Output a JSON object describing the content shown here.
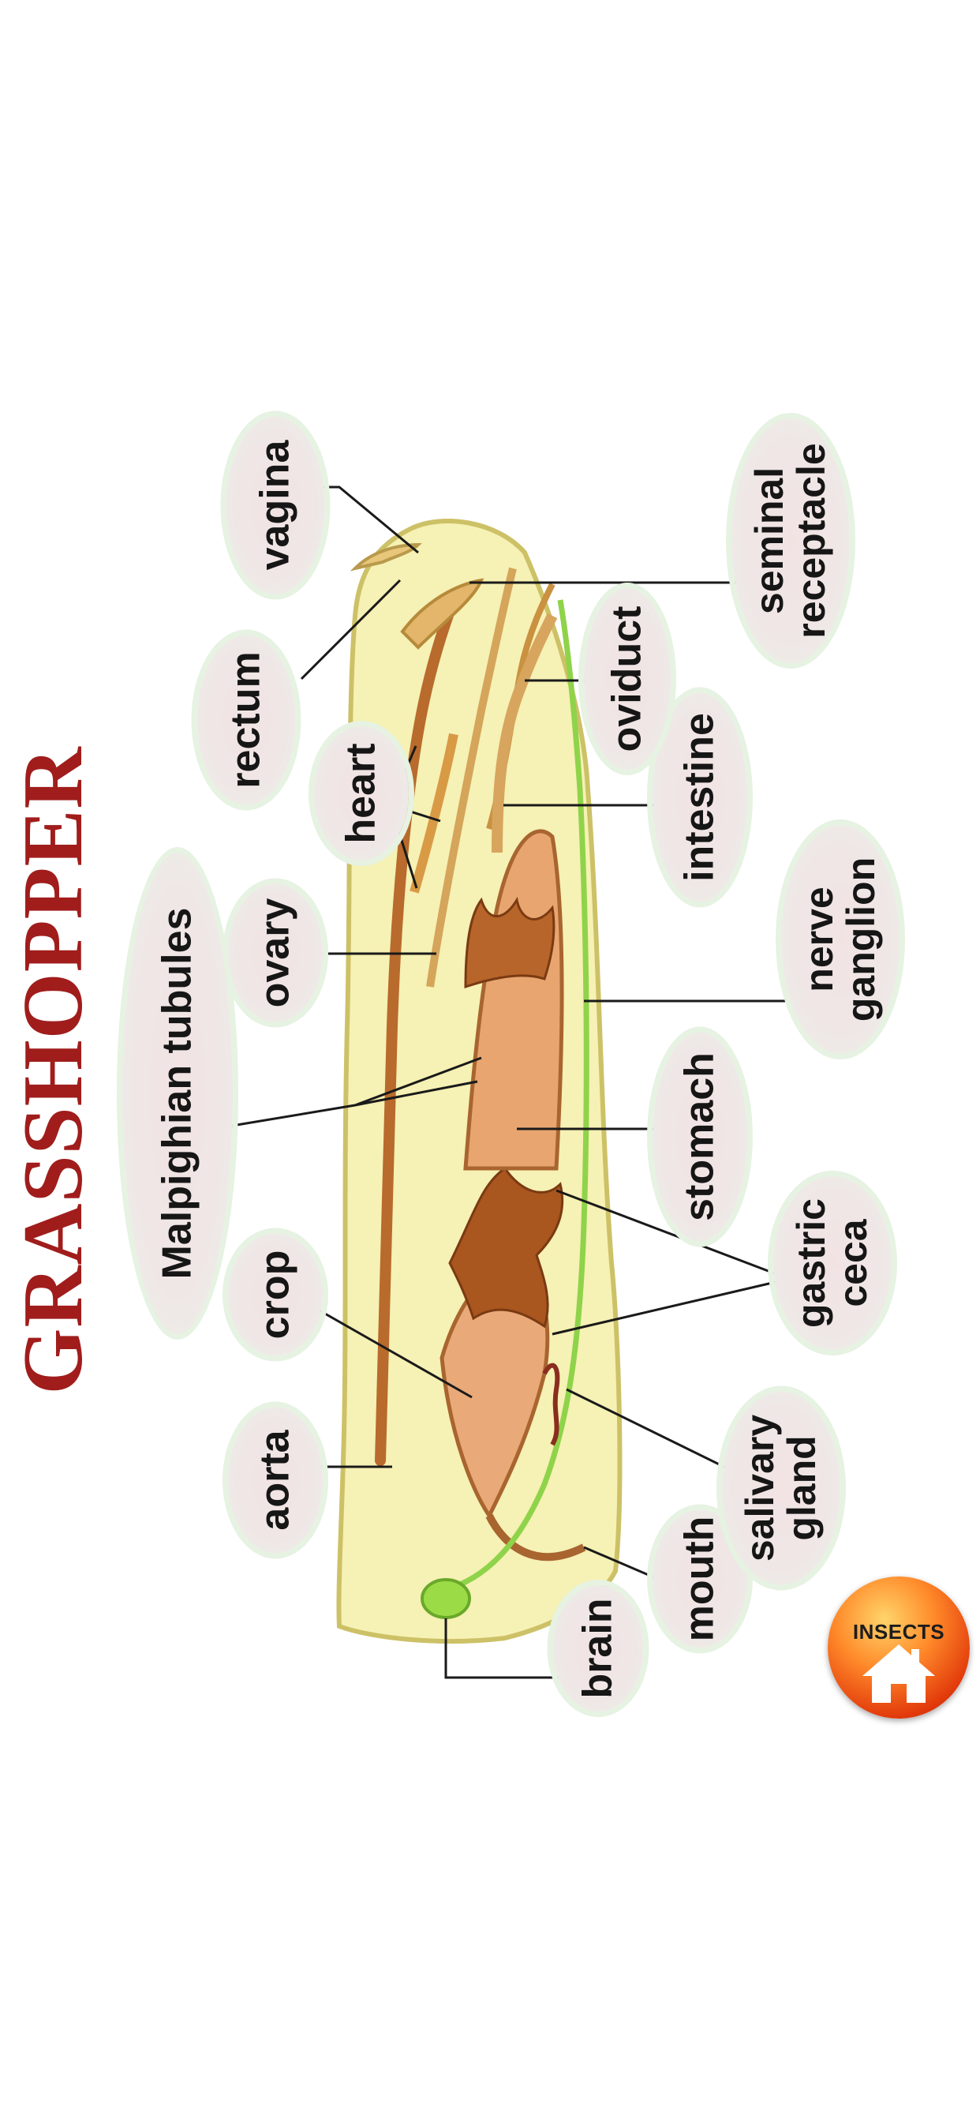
{
  "title": "GRASSHOPPER",
  "labels": {
    "vagina": "vagina",
    "rectum": "rectum",
    "heart": "heart",
    "ovary": "ovary",
    "malpighian_tubules": "Malpighian tubules",
    "crop": "crop",
    "aorta": "aorta",
    "brain": "brain",
    "mouth": "mouth",
    "salivary_gland_1": "salivary",
    "salivary_gland_2": "gland",
    "gastric_ceca_1": "gastric",
    "gastric_ceca_2": "ceca",
    "stomach": "stomach",
    "nerve_ganglion_1": "nerve",
    "nerve_ganglion_2": "ganglion",
    "intestine": "intestine",
    "oviduct": "oviduct",
    "seminal_receptacle_1": "seminal",
    "seminal_receptacle_2": "receptacle"
  },
  "home_button": {
    "label": "INSECTS",
    "icon": "home-icon"
  },
  "colors": {
    "title": "#a01d1c",
    "body": "#f4efb0",
    "gut": "#e8a978",
    "nerve": "#8fd34a",
    "button": "#e23a0b"
  }
}
